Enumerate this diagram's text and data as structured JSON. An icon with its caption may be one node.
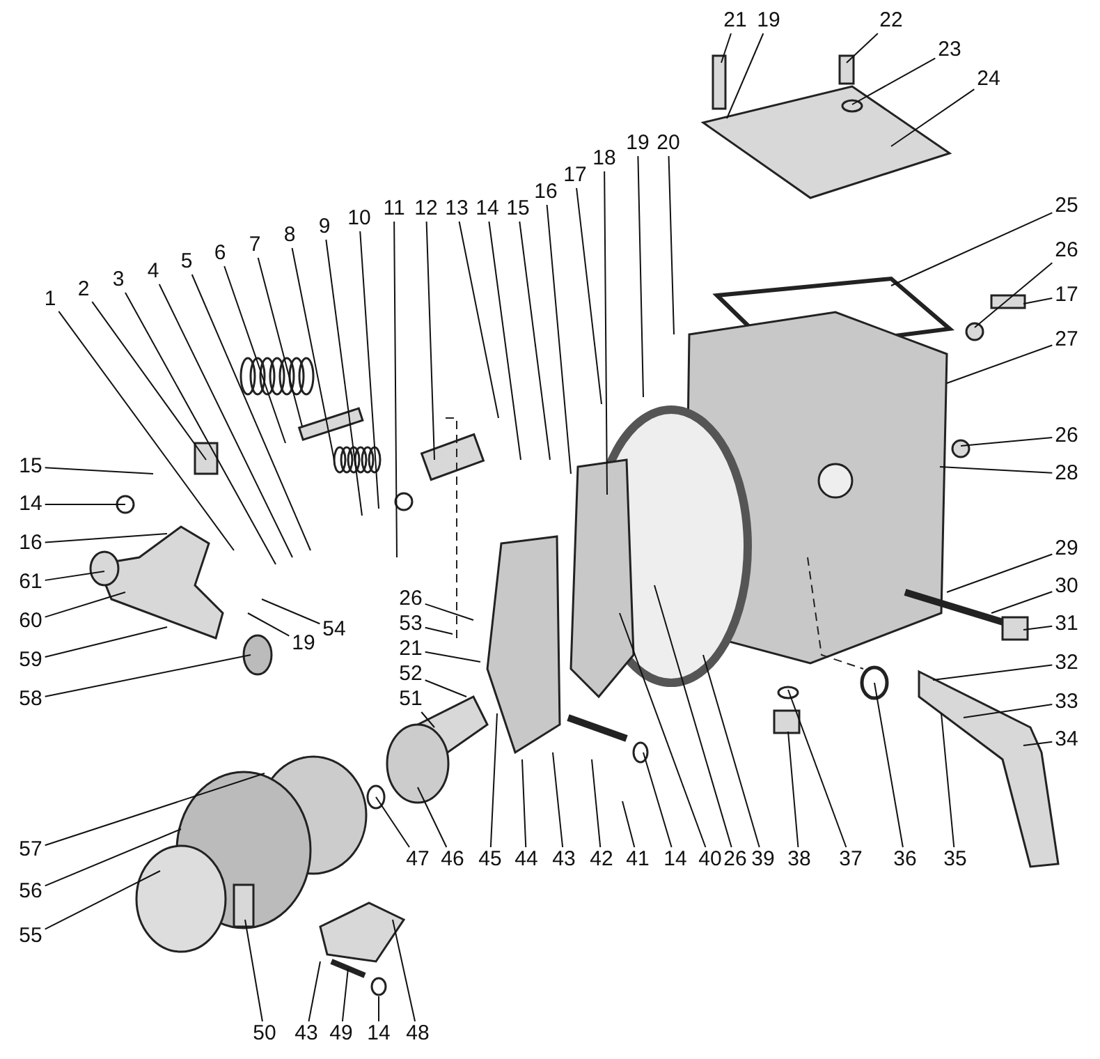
{
  "diagram": {
    "nodes": [
      {
        "text": [
          "1"
        ]
      },
      {
        "text": [
          "2"
        ]
      },
      {
        "text": [
          "3"
        ]
      },
      {
        "text": [
          "4"
        ]
      },
      {
        "text": [
          "5"
        ]
      },
      {
        "text": [
          "6"
        ]
      },
      {
        "text": [
          "7"
        ]
      },
      {
        "text": [
          "8"
        ]
      },
      {
        "text": [
          "9"
        ]
      },
      {
        "text": [
          "10"
        ]
      },
      {
        "text": [
          "11"
        ]
      },
      {
        "text": [
          "12"
        ]
      },
      {
        "text": [
          "13"
        ]
      },
      {
        "text": [
          "14"
        ]
      },
      {
        "text": [
          "15"
        ]
      },
      {
        "text": [
          "16"
        ]
      },
      {
        "text": [
          "17"
        ]
      },
      {
        "text": [
          "18"
        ]
      },
      {
        "text": [
          "19"
        ]
      },
      {
        "text": [
          "20"
        ]
      },
      {
        "text": [
          "21"
        ]
      },
      {
        "text": [
          "19"
        ]
      },
      {
        "text": [
          "22"
        ]
      },
      {
        "text": [
          "23"
        ]
      },
      {
        "text": [
          "24"
        ]
      },
      {
        "text": [
          "25"
        ]
      },
      {
        "text": [
          "26"
        ]
      },
      {
        "text": [
          "17"
        ]
      },
      {
        "text": [
          "27"
        ]
      },
      {
        "text": [
          "26"
        ]
      },
      {
        "text": [
          "28"
        ]
      },
      {
        "text": [
          "29"
        ]
      },
      {
        "text": [
          "30"
        ]
      },
      {
        "text": [
          "31"
        ]
      },
      {
        "text": [
          "32"
        ]
      },
      {
        "text": [
          "33"
        ]
      },
      {
        "text": [
          "34"
        ]
      },
      {
        "text": [
          "15"
        ]
      },
      {
        "text": [
          "14"
        ]
      },
      {
        "text": [
          "16"
        ]
      },
      {
        "text": [
          "61"
        ]
      },
      {
        "text": [
          "60"
        ]
      },
      {
        "text": [
          "59"
        ]
      },
      {
        "text": [
          "19"
        ]
      },
      {
        "text": [
          "54"
        ]
      },
      {
        "text": [
          "58"
        ]
      },
      {
        "text": [
          "26"
        ]
      },
      {
        "text": [
          "53"
        ]
      },
      {
        "text": [
          "21"
        ]
      },
      {
        "text": [
          "52"
        ]
      },
      {
        "text": [
          "51"
        ]
      },
      {
        "text": [
          "57"
        ]
      },
      {
        "text": [
          "56"
        ]
      },
      {
        "text": [
          "55"
        ]
      },
      {
        "text": [
          "47"
        ]
      },
      {
        "text": [
          "46"
        ]
      },
      {
        "text": [
          "45"
        ]
      },
      {
        "text": [
          "44"
        ]
      },
      {
        "text": [
          "43"
        ]
      },
      {
        "text": [
          "42"
        ]
      },
      {
        "text": [
          "41"
        ]
      },
      {
        "text": [
          "14"
        ]
      },
      {
        "text": [
          "40"
        ]
      },
      {
        "text": [
          "26"
        ]
      },
      {
        "text": [
          "39"
        ]
      },
      {
        "text": [
          "38"
        ]
      },
      {
        "text": [
          "37"
        ]
      },
      {
        "text": [
          "36"
        ]
      },
      {
        "text": [
          "35"
        ]
      },
      {
        "text": [
          "50"
        ]
      },
      {
        "text": [
          "43"
        ]
      },
      {
        "text": [
          "49"
        ]
      },
      {
        "text": [
          "14"
        ]
      },
      {
        "text": [
          "48"
        ]
      }
    ],
    "edges": [
      {
        "from": 0,
        "to": null,
        "arrow": "none"
      },
      {
        "from": 1,
        "to": null,
        "arrow": "none"
      },
      {
        "from": 2,
        "to": null,
        "arrow": "none"
      },
      {
        "from": 3,
        "to": null,
        "arrow": "none"
      },
      {
        "from": 4,
        "to": null,
        "arrow": "none"
      },
      {
        "from": 5,
        "to": null,
        "arrow": "none"
      },
      {
        "from": 6,
        "to": null,
        "arrow": "none"
      },
      {
        "from": 7,
        "to": null,
        "arrow": "none"
      },
      {
        "from": 8,
        "to": null,
        "arrow": "none"
      },
      {
        "from": 9,
        "to": null,
        "arrow": "none"
      },
      {
        "from": 10,
        "to": null,
        "arrow": "none"
      },
      {
        "from": 11,
        "to": null,
        "arrow": "none"
      },
      {
        "from": 12,
        "to": null,
        "arrow": "none"
      },
      {
        "from": 13,
        "to": null,
        "arrow": "none"
      },
      {
        "from": 14,
        "to": null,
        "arrow": "none"
      },
      {
        "from": 15,
        "to": null,
        "arrow": "none"
      },
      {
        "from": 16,
        "to": null,
        "arrow": "none"
      },
      {
        "from": 17,
        "to": null,
        "arrow": "none"
      },
      {
        "from": 18,
        "to": null,
        "arrow": "none"
      },
      {
        "from": 19,
        "to": null,
        "arrow": "none"
      },
      {
        "from": 20,
        "to": null,
        "arrow": "none"
      },
      {
        "from": 21,
        "to": null,
        "arrow": "none"
      },
      {
        "from": 22,
        "to": null,
        "arrow": "none"
      },
      {
        "from": 23,
        "to": null,
        "arrow": "none"
      },
      {
        "from": 24,
        "to": null,
        "arrow": "none"
      },
      {
        "from": 25,
        "to": null,
        "arrow": "none"
      },
      {
        "from": 26,
        "to": null,
        "arrow": "none"
      },
      {
        "from": 27,
        "to": null,
        "arrow": "none"
      },
      {
        "from": 28,
        "to": null,
        "arrow": "none"
      },
      {
        "from": 29,
        "to": null,
        "arrow": "none"
      },
      {
        "from": 30,
        "to": null,
        "arrow": "none"
      },
      {
        "from": 31,
        "to": null,
        "arrow": "none"
      },
      {
        "from": 32,
        "to": null,
        "arrow": "none"
      },
      {
        "from": 33,
        "to": null,
        "arrow": "none"
      },
      {
        "from": 34,
        "to": null,
        "arrow": "none"
      },
      {
        "from": 35,
        "to": null,
        "arrow": "none"
      },
      {
        "from": 36,
        "to": null,
        "arrow": "none"
      },
      {
        "from": 37,
        "to": null,
        "arrow": "none"
      },
      {
        "from": 38,
        "to": null,
        "arrow": "none"
      },
      {
        "from": 39,
        "to": null,
        "arrow": "none"
      },
      {
        "from": 40,
        "to": null,
        "arrow": "none"
      },
      {
        "from": 41,
        "to": null,
        "arrow": "none"
      },
      {
        "from": 42,
        "to": null,
        "arrow": "none"
      },
      {
        "from": 43,
        "to": null,
        "arrow": "none"
      },
      {
        "from": 44,
        "to": null,
        "arrow": "none"
      },
      {
        "from": 45,
        "to": null,
        "arrow": "none"
      },
      {
        "from": 46,
        "to": null,
        "arrow": "none"
      },
      {
        "from": 47,
        "to": null,
        "arrow": "none"
      },
      {
        "from": 48,
        "to": null,
        "arrow": "none"
      },
      {
        "from": 49,
        "to": null,
        "arrow": "none"
      },
      {
        "from": 50,
        "to": null,
        "arrow": "none"
      },
      {
        "from": 51,
        "to": null,
        "arrow": "none"
      },
      {
        "from": 52,
        "to": null,
        "arrow": "none"
      },
      {
        "from": 53,
        "to": null,
        "arrow": "none"
      },
      {
        "from": 54,
        "to": null,
        "arrow": "none"
      },
      {
        "from": 55,
        "to": null,
        "arrow": "none"
      },
      {
        "from": 56,
        "to": null,
        "arrow": "none"
      },
      {
        "from": 57,
        "to": null,
        "arrow": "none"
      },
      {
        "from": 58,
        "to": null,
        "arrow": "none"
      },
      {
        "from": 59,
        "to": null,
        "arrow": "none"
      },
      {
        "from": 60,
        "to": null,
        "arrow": "none"
      },
      {
        "from": 61,
        "to": null,
        "arrow": "none"
      },
      {
        "from": 62,
        "to": null,
        "arrow": "none"
      },
      {
        "from": 63,
        "to": null,
        "arrow": "none"
      },
      {
        "from": 64,
        "to": null,
        "arrow": "none"
      },
      {
        "from": 65,
        "to": null,
        "arrow": "none"
      },
      {
        "from": 66,
        "to": null,
        "arrow": "none"
      },
      {
        "from": 67,
        "to": null,
        "arrow": "none"
      },
      {
        "from": 68,
        "to": null,
        "arrow": "none"
      },
      {
        "from": 69,
        "to": null,
        "arrow": "none"
      },
      {
        "from": 70,
        "to": null,
        "arrow": "none"
      },
      {
        "from": 71,
        "to": null,
        "arrow": "none"
      },
      {
        "from": 72,
        "to": null,
        "arrow": "none"
      },
      {
        "from": 73,
        "to": null,
        "arrow": "none"
      }
    ]
  }
}
